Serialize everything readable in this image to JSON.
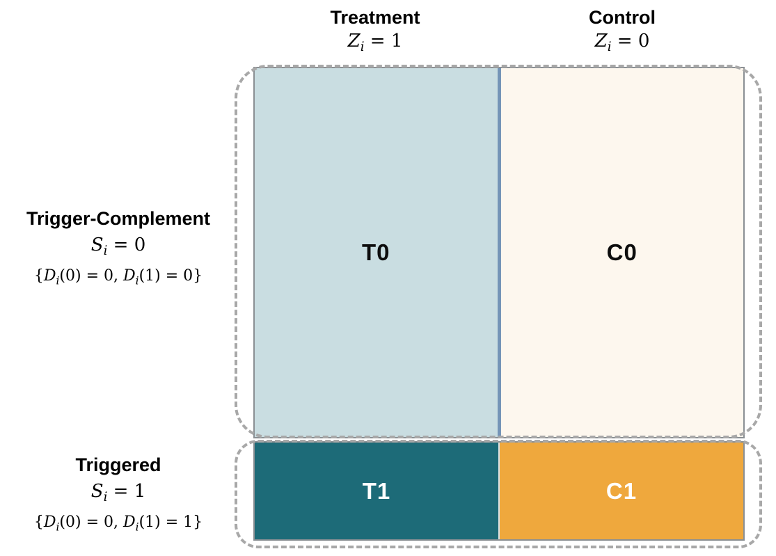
{
  "figure": {
    "description": "2x2 experimental design diagram of assignment (Treatment/Control) by trigger status"
  },
  "columns": [
    {
      "id": "treatment",
      "title": "Treatment",
      "math": "Z_i = 1"
    },
    {
      "id": "control",
      "title": "Control",
      "math": "Z_i = 0"
    }
  ],
  "rows": [
    {
      "id": "trigger-complement",
      "title": "Trigger-Complement",
      "math": "S_i = 0",
      "potential": "{D_i(0) = 0, D_i(1) = 0}"
    },
    {
      "id": "triggered",
      "title": "Triggered",
      "math": "S_i = 1",
      "potential": "{D_i(0) = 0, D_i(1) = 1}"
    }
  ],
  "cells": [
    {
      "id": "T0",
      "label": "T0",
      "fill": "#c9dde1",
      "text_color": "#0d0d0d"
    },
    {
      "id": "C0",
      "label": "C0",
      "fill": "#fdf7ee",
      "text_color": "#0d0d0d"
    },
    {
      "id": "T1",
      "label": "T1",
      "fill": "#1d6b78",
      "text_color": "#ffffff"
    },
    {
      "id": "C1",
      "label": "C1",
      "fill": "#efa83d",
      "text_color": "#ffffff"
    }
  ],
  "colors": {
    "dashed_outline": "#a8a8a8",
    "cell_border": "#8a8f93",
    "column_divider": "#7594b7",
    "bottom_row_divider": "#dde3e4"
  }
}
